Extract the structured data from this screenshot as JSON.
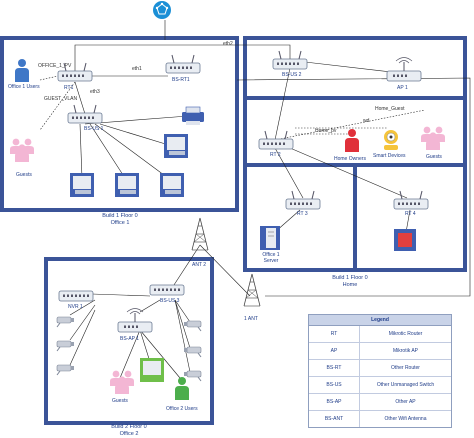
{
  "labels": {
    "eth2": "eth2",
    "eth1": "eth1",
    "eth3": "eth3",
    "office_vlan": "OFFICE_1_PV",
    "guest_vlan": "GUEST_VLAN",
    "home_guest": "Home_Guest",
    "home_pv": "Home_pv",
    "wd": "wd"
  },
  "devices": {
    "rt1": "RT1",
    "bs_rt1": "BS-RT1",
    "bs_us1": "BS-US 1",
    "office1_users": "Office 1 Users",
    "guests1": "Guests",
    "bs_us2": "BS-US 2",
    "ap1": "AP 1",
    "rt2": "RT 2",
    "home_owners": "Home Owners",
    "smart_devices": "Smart Devices",
    "guests_home": "Guests",
    "rt3": "RT 3",
    "rt4": "RT 4",
    "office1_server": "Office 1 Server",
    "ant2": "ANT 2",
    "ant1": "1 ANT",
    "nvr1": "NVR 1",
    "bs_us3": "BS-US 3",
    "bs_ap1": "BS-AP 1",
    "guests2": "Guests",
    "office2_users": "Office 2 Users"
  },
  "areas": {
    "office1_line1": "Build 1 Floor 0",
    "office1_line2": "Office 1",
    "home_line1": "Build 1 Floor 0",
    "home_line2": "Home",
    "office2_line1": "Build 2 Floor 0",
    "office2_line2": "Office 2"
  },
  "legend": {
    "title": "Legend",
    "rows": [
      {
        "key": "RT",
        "value": "Mikrotic Router"
      },
      {
        "key": "AP",
        "value": "Mikrotik AP"
      },
      {
        "key": "BS-RT",
        "value": "Other Router"
      },
      {
        "key": "BS-US",
        "value": "Other Unmanaged Switch"
      },
      {
        "key": "BS-AP",
        "value": "Other AP"
      },
      {
        "key": "BS-ANT",
        "value": "Other Wifi Antenna"
      }
    ]
  },
  "colors": {
    "frame": "#3b5498",
    "device_body": "#e9edf3",
    "device_stroke": "#6b7a93",
    "person_pink": "#f3b6d4",
    "person_blue": "#3f77c7",
    "person_red": "#e0303a",
    "person_green": "#4cae4c",
    "cloud": "#1b8fd6"
  }
}
